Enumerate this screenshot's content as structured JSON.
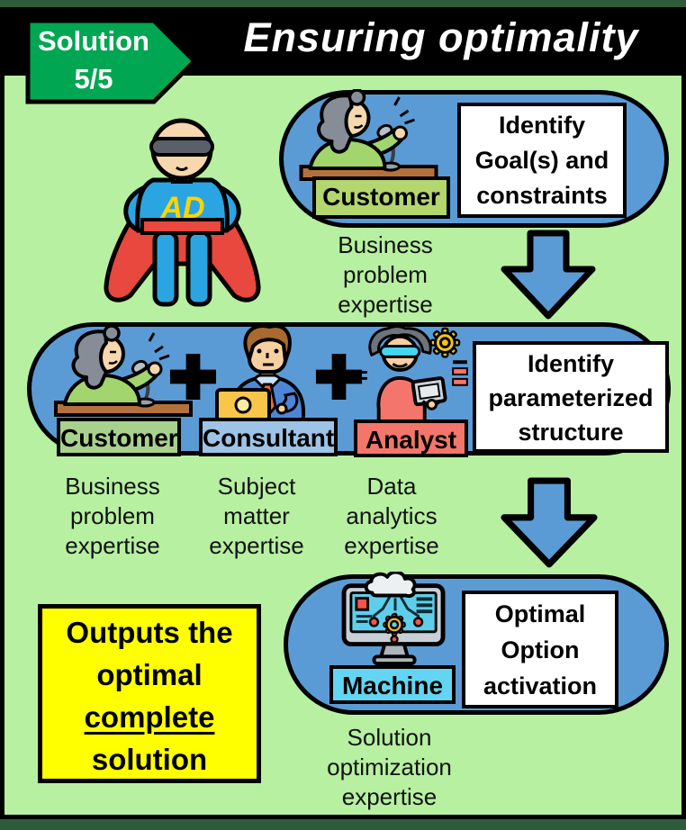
{
  "header": {
    "badge": {
      "line1": "Solution",
      "line2": "5/5",
      "color": "#00a651"
    },
    "title": "Ensuring optimality"
  },
  "hero": {
    "chest_text": "AD"
  },
  "steps": {
    "step1": {
      "actor_label": "Customer",
      "actor_label_color": "#b4d66e",
      "action_lines": [
        "Identify",
        "Goal(s) and",
        "constraints"
      ],
      "expertise_lines": [
        "Business",
        "problem",
        "expertise"
      ]
    },
    "step2": {
      "actors": [
        {
          "label": "Customer",
          "color": "#a9d18e",
          "expertise_lines": [
            "Business",
            "problem",
            "expertise"
          ]
        },
        {
          "label": "Consultant",
          "color": "#9dc3e6",
          "expertise_lines": [
            "Subject",
            "matter",
            "expertise"
          ]
        },
        {
          "label": "Analyst",
          "color": "#f4756b",
          "expertise_lines": [
            "Data",
            "analytics",
            "expertise"
          ]
        }
      ],
      "plus_sign": "+",
      "action_lines": [
        "Identify",
        "parameterized",
        "structure"
      ]
    },
    "step3": {
      "actor_label": "Machine",
      "actor_label_color": "#63d5f2",
      "action_lines": [
        "Optimal",
        "Option",
        "activation"
      ],
      "expertise_lines": [
        "Solution",
        "optimization",
        "expertise"
      ]
    }
  },
  "output_box": {
    "lines": [
      "Outputs the",
      "optimal",
      "complete",
      "solution"
    ],
    "underlined_line": "complete",
    "color": "#ffff00"
  },
  "colors": {
    "background": "#b7f0a1",
    "frame": "#2d5c3c",
    "pill_blue": "#5b9bd5",
    "arrow_blue": "#5b9bd5",
    "banner_black": "#000000"
  }
}
